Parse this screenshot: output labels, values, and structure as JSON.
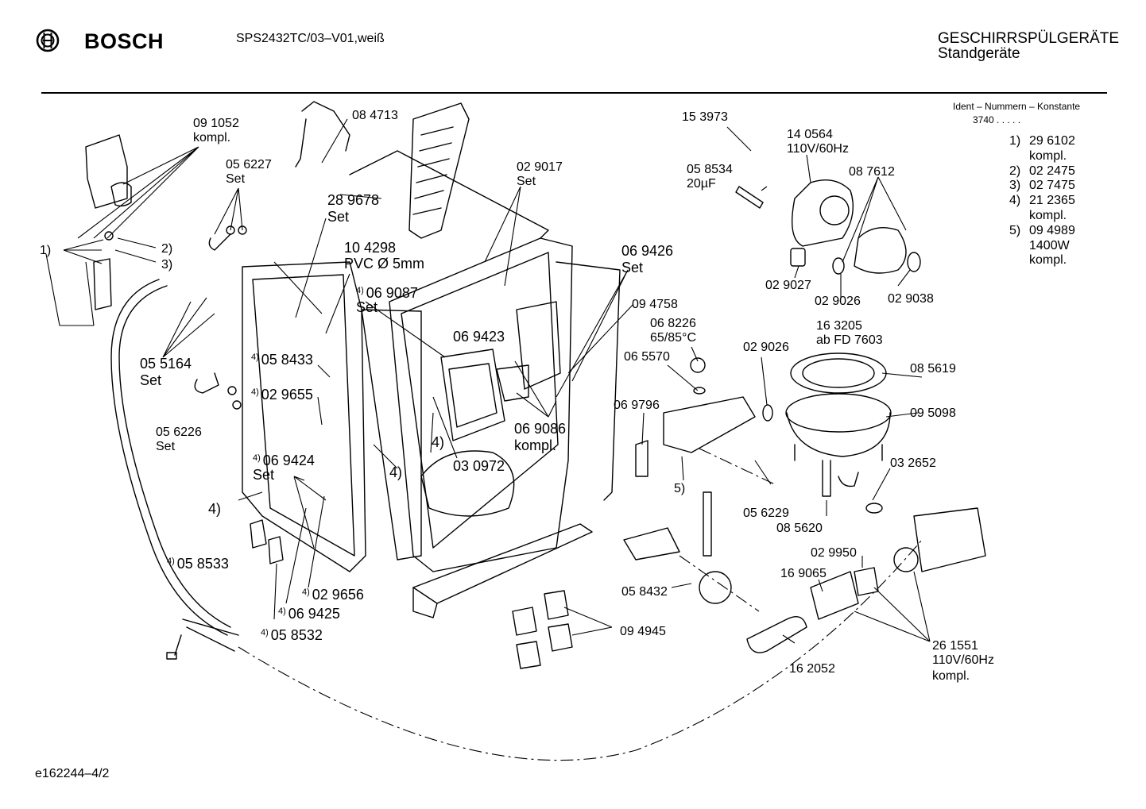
{
  "header": {
    "brand": "BOSCH",
    "model": "SPS2432TC/03–V01,weiß",
    "category_line1": "GESCHIRRSPÜLGERÄTE",
    "category_line2": "Standgeräte"
  },
  "footer": {
    "doc_id": "e162244–4/2"
  },
  "ident": {
    "title": "Ident – Nummern – Konstante",
    "code": "3740 .  .   .  .  .",
    "rows": [
      {
        "n": "1)",
        "v": "29 6102",
        "extra": "kompl."
      },
      {
        "n": "2)",
        "v": "02 2475",
        "extra": ""
      },
      {
        "n": "3)",
        "v": "02 7475",
        "extra": ""
      },
      {
        "n": "4)",
        "v": "21 2365",
        "extra": "kompl."
      },
      {
        "n": "5)",
        "v": "09 4989",
        "extra": "1400W"
      },
      {
        "n": "",
        "v": "",
        "extra": "kompl."
      }
    ]
  },
  "labels": {
    "p091052": "09 1052",
    "kompl_a": "kompl.",
    "p084713": "08 4713",
    "p056227": "05 6227",
    "set_a": "Set",
    "p289678": "28 9678",
    "set_b": "Set",
    "p104298": "10 4298",
    "pvc": "PVC Ø 5mm",
    "p069087": "06 9087",
    "set_c": "Set",
    "p029017": "02 9017",
    "set_d": "Set",
    "p153973": "15 3973",
    "p140564": "14 0564",
    "v110_a": "110V/60Hz",
    "p058534": "05 8534",
    "uf": "20µF",
    "p087612": "08 7612",
    "p029027": "02 9027",
    "p029026a": "02 9026",
    "p029038": "02 9038",
    "p069426": "06 9426",
    "set_e": "Set",
    "p094758": "09 4758",
    "p068226": "06 8226",
    "temp": "65/85°C",
    "p065570": "06 5570",
    "p029026b": "02 9026",
    "p163205": "16 3205",
    "abfd": "ab FD 7603",
    "p085619": "08 5619",
    "p095098": "09 5098",
    "p069423": "06 9423",
    "p069086": "06 9086",
    "kompl_b": "kompl.",
    "p069796": "06 9796",
    "five": "5)",
    "p032652": "03 2652",
    "p056229": "05 6229",
    "p085620": "08 5620",
    "p030972": "03 0972",
    "four_a": "4)",
    "four_b": "4)",
    "p055164": "05 5164",
    "set_f": "Set",
    "p058433": "05 8433",
    "p029655": "02 9655",
    "p056226": "05 6226",
    "set_g": "Set",
    "p069424": "06 9424",
    "set_h": "Set",
    "four_c": "4)",
    "p058533": "05 8533",
    "p029656": "02 9656",
    "p069425": "06 9425",
    "p058532": "05 8532",
    "p058432": "05 8432",
    "p094945": "09 4945",
    "p029950": "02 9950",
    "p169065": "16 9065",
    "p261551": "26 1551",
    "v110_b": "110V/60Hz",
    "kompl_c": "kompl.",
    "p162052": "16 2052",
    "one": "1)",
    "two": "2)",
    "three": "3)",
    "sup4": "4)"
  }
}
